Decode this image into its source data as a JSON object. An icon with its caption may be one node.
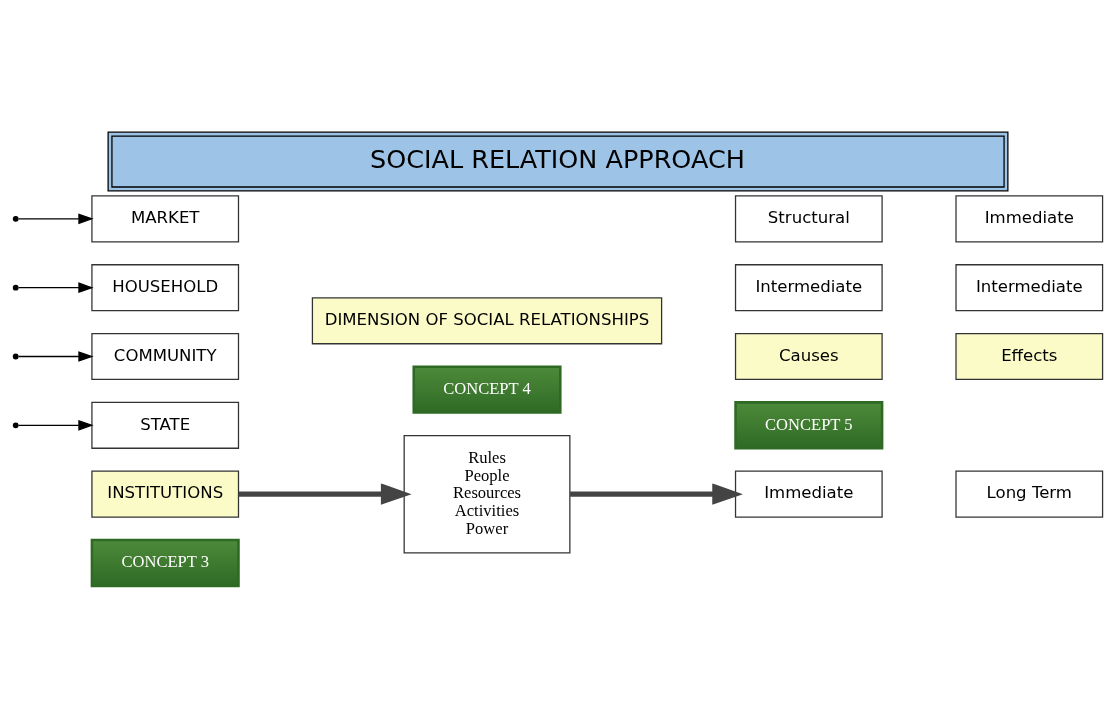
{
  "diagram": {
    "title": "SOCIAL RELATION APPROACH",
    "nodes": [
      {
        "text": [
          "CONCEPT 3"
        ]
      },
      {
        "text": [
          "INSTITUTIONS"
        ]
      },
      {
        "text": [
          "STATE"
        ]
      },
      {
        "text": [
          "COMMUNITY"
        ]
      },
      {
        "text": [
          "HOUSEHOLD"
        ]
      },
      {
        "text": [
          "MARKET"
        ]
      },
      {
        "text": [
          "CONCEPT 4"
        ]
      },
      {
        "text": [
          "DIMENSION OF SOCIAL RELATIONSHIPS"
        ]
      },
      {
        "text": [
          "Rules",
          "People",
          "Resources",
          "Activities",
          "Power"
        ]
      },
      {
        "text": [
          "CONCEPT 5"
        ]
      },
      {
        "text": [
          "Causes"
        ]
      },
      {
        "text": [
          "Effects"
        ]
      },
      {
        "text": [
          "Immediate"
        ]
      },
      {
        "text": [
          "Long Term"
        ]
      },
      {
        "text": [
          "Intermediate"
        ]
      },
      {
        "text": [
          "Intermediate"
        ]
      },
      {
        "text": [
          "Structural"
        ]
      },
      {
        "text": [
          "Immediate"
        ]
      }
    ],
    "edges": [
      {
        "from": null,
        "to": 2,
        "arrow": "to"
      },
      {
        "from": null,
        "to": 3,
        "arrow": "to"
      },
      {
        "from": null,
        "to": 4,
        "arrow": "to"
      },
      {
        "from": null,
        "to": 5,
        "arrow": "to"
      },
      {
        "from": 1,
        "to": 8,
        "arrow": "to",
        "style": "thick"
      },
      {
        "from": 8,
        "to": 12,
        "arrow": "to",
        "style": "thick"
      }
    ]
  }
}
